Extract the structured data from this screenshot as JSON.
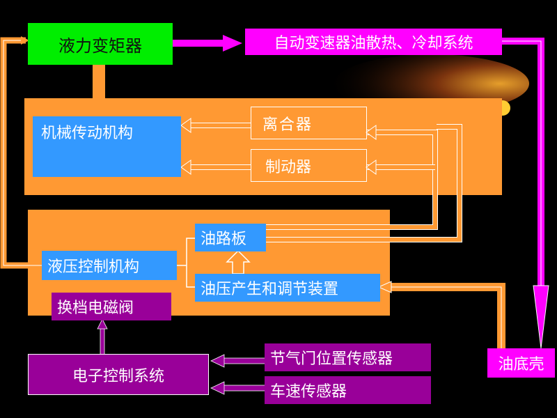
{
  "colors": {
    "background": "#000000",
    "orange": "#FF9933",
    "green": "#00EE00",
    "magenta": "#FF00FF",
    "blue": "#3399FF",
    "purple": "#990099",
    "outline": "#FFFFFF"
  },
  "nodes": {
    "torque_converter": "液力变矩器",
    "cooling_system": "自动变速器油散热、冷却系统",
    "mechanical_transmission": "机械传动机构",
    "clutch": "离合器",
    "brake": "制动器",
    "hydraulic_control": "液压控制机构",
    "valve_body": "油路板",
    "oil_pressure_unit": "油压产生和调节装置",
    "shift_solenoid": "换档电磁阀",
    "electronic_control": "电子控制系统",
    "throttle_sensor": "节气门位置传感器",
    "speed_sensor": "车速传感器",
    "oil_pan": "油底壳"
  }
}
